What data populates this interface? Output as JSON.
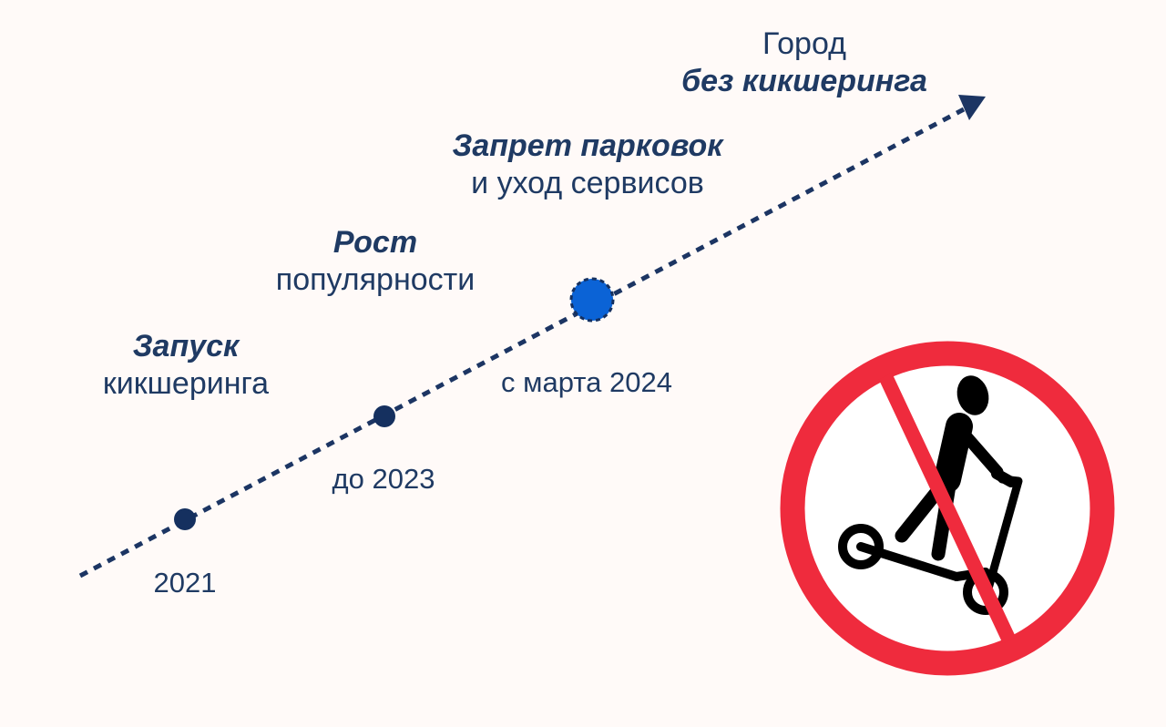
{
  "milestones": [
    {
      "title": "Запуск",
      "subtitle": "кикшеринга",
      "date": "2021"
    },
    {
      "title": "Рост",
      "subtitle": "популярности",
      "date": "до 2023"
    },
    {
      "title": "Запрет парковок",
      "subtitle": "и уход сервисов",
      "date": "с марта 2024"
    },
    {
      "title_plain": "Город",
      "title_bold": "без кикшеринга"
    }
  ],
  "colors": {
    "text": "#1f3a63",
    "line": "#1c3563",
    "dot": "#15305f",
    "highlight_dot": "#0b63d6",
    "sign_red": "#ef2b3d",
    "background": "#fffaf8"
  },
  "icons": {
    "sign": "no-kick-scooter-sign-icon"
  }
}
